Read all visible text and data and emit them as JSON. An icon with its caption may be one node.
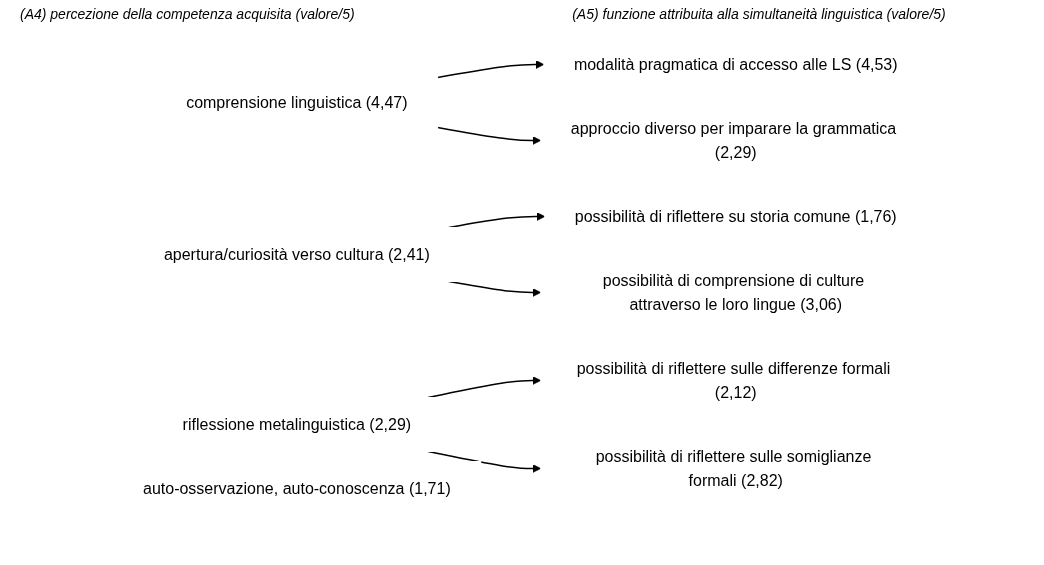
{
  "diagram": {
    "nodes": [
      {
        "text": [
          "comprensione linguistica (4,47)"
        ]
      },
      {
        "text": [
          "modalità pragmatica di accesso alle LS (4,53)"
        ]
      },
      {
        "text": [
          "approccio diverso per imparare la grammatica (2,29)"
        ]
      },
      {
        "text": [
          "apertura/curiosità verso cultura (2,41)"
        ]
      },
      {
        "text": [
          "possibilità di riflettere su storia comune (1,76)"
        ]
      },
      {
        "text": [
          "possibilità di comprensione di culture attraverso le loro lingue (3,06)"
        ]
      },
      {
        "text": [
          "riflessione metalinguistica (2,29)"
        ]
      },
      {
        "text": [
          "possibilità di riflettere sulle differenze formali (2,12)"
        ]
      },
      {
        "text": [
          "possibilità di riflettere sulle somiglianze formali (2,82)"
        ]
      },
      {
        "text": [
          "auto-osservazione, auto-conoscenza (1,71)"
        ]
      }
    ],
    "edges": [
      {
        "from": 0,
        "to": 1,
        "arrow": "to"
      },
      {
        "from": 0,
        "to": 2,
        "arrow": "to"
      },
      {
        "from": 3,
        "to": 4,
        "arrow": "to"
      },
      {
        "from": 3,
        "to": 5,
        "arrow": "to"
      },
      {
        "from": 6,
        "to": 7,
        "arrow": "to"
      },
      {
        "from": 6,
        "to": 8,
        "arrow": "to"
      }
    ],
    "labels": [
      "(A4) percezione della competenza acquisita (valore/5)",
      "(A5) funzione attribuita alla simultaneità linguistica (valore/5)"
    ]
  }
}
